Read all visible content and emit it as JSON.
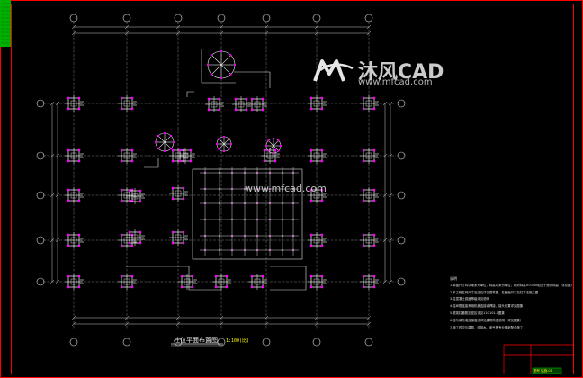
{
  "watermark": {
    "brand": "沐风CAD",
    "url": "www.mfcad.com",
    "center_text": "www.mfcad.com"
  },
  "drawing": {
    "title": "柱位平面布置图",
    "scale": "1:100(比)",
    "notes_title": "说明",
    "notes": [
      "1.本图尺寸均以毫米为单位，标高以米为单位，相对标高±0.000相当于绝对标高（详总图）",
      "2.本工程柱网尺寸及定位详见建筑图，柱截面尺寸见柱平法施工图",
      "3.柱混凝土强度等级详见说明",
      "4.柱纵筋连接采用机械连接或焊接，接头位置详见图集",
      "5.框架柱箍筋加密区详见11G101-1图集",
      "6.柱与填充墙连接做法详见建筑构造说明（详见图集）",
      "7.施工时应与建筑、给排水、电气等专业图纸配合施工"
    ],
    "title_block_label": "图号 结施-01"
  },
  "colors": {
    "background": "#000000",
    "frame": "#ff0000",
    "grid_lines": "#8c8c8c",
    "dimensions": "#c8c8c8",
    "columns": "#ffffff",
    "highlight": "#ff00ff",
    "accent": "#ffff00",
    "tag": "#00c000"
  }
}
